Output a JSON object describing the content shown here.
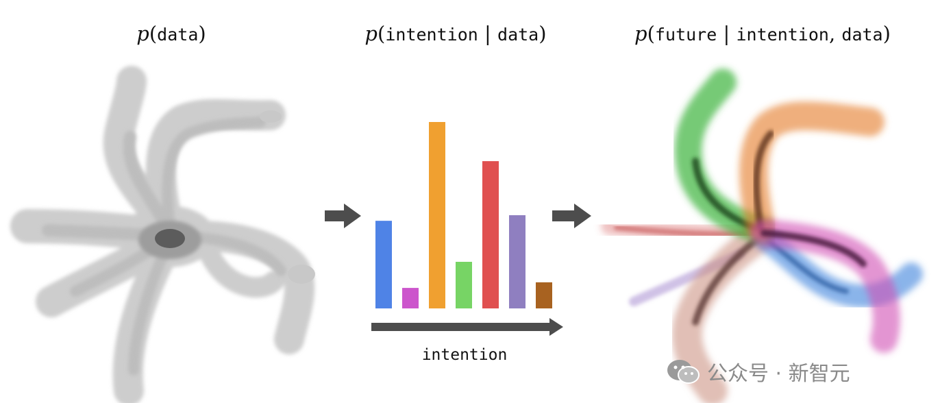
{
  "titles": {
    "data_dist": {
      "p": "p",
      "open": "(",
      "arg": "data",
      "close": ")"
    },
    "intention_dist": {
      "p": "p",
      "open": "(",
      "arg1": "intention",
      "bar": " | ",
      "arg2": "data",
      "close": ")"
    },
    "future_dist": {
      "p": "p",
      "open": "(",
      "arg1": "future",
      "bar": " | ",
      "arg2": "intention",
      "comma": ", ",
      "arg3": "data",
      "close": ")"
    }
  },
  "chart_data": {
    "type": "bar",
    "xlabel": "intention",
    "ylabel": "",
    "categories": [
      "",
      "",
      "",
      "",
      "",
      "",
      ""
    ],
    "values": [
      0.47,
      0.11,
      1.0,
      0.25,
      0.79,
      0.5,
      0.14
    ],
    "colors": [
      "#4f83e6",
      "#cc55cc",
      "#f0a030",
      "#77d465",
      "#e05050",
      "#8f7fc0",
      "#a86220"
    ],
    "ylim": [
      0,
      1
    ],
    "grid": false
  },
  "trajectory_colors": {
    "green": "#3cb43c",
    "orange": "#e57b28",
    "pink": "#d050b4",
    "blue": "#3c82dc",
    "brown": "#8c5a4b",
    "red": "#d25050",
    "purple": "#9678c8"
  },
  "watermark": {
    "icon": "wechat-icon",
    "text": "公众号 · 新智元"
  }
}
